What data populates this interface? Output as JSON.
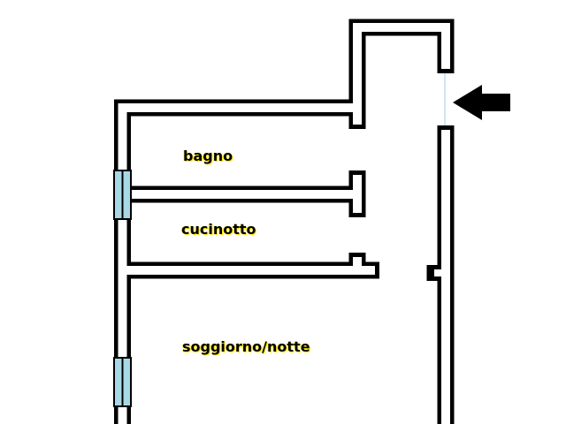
{
  "rooms": [
    {
      "name": "bagno"
    },
    {
      "name": "cucinotto"
    },
    {
      "name": "soggiorno/notte"
    }
  ],
  "colors": {
    "wall": "#000000",
    "window": "#a8d8e6",
    "entrance_line": "#9fcfe0",
    "label_glow": "#ffe600"
  },
  "entrance_arrow": "arrow-left-icon"
}
